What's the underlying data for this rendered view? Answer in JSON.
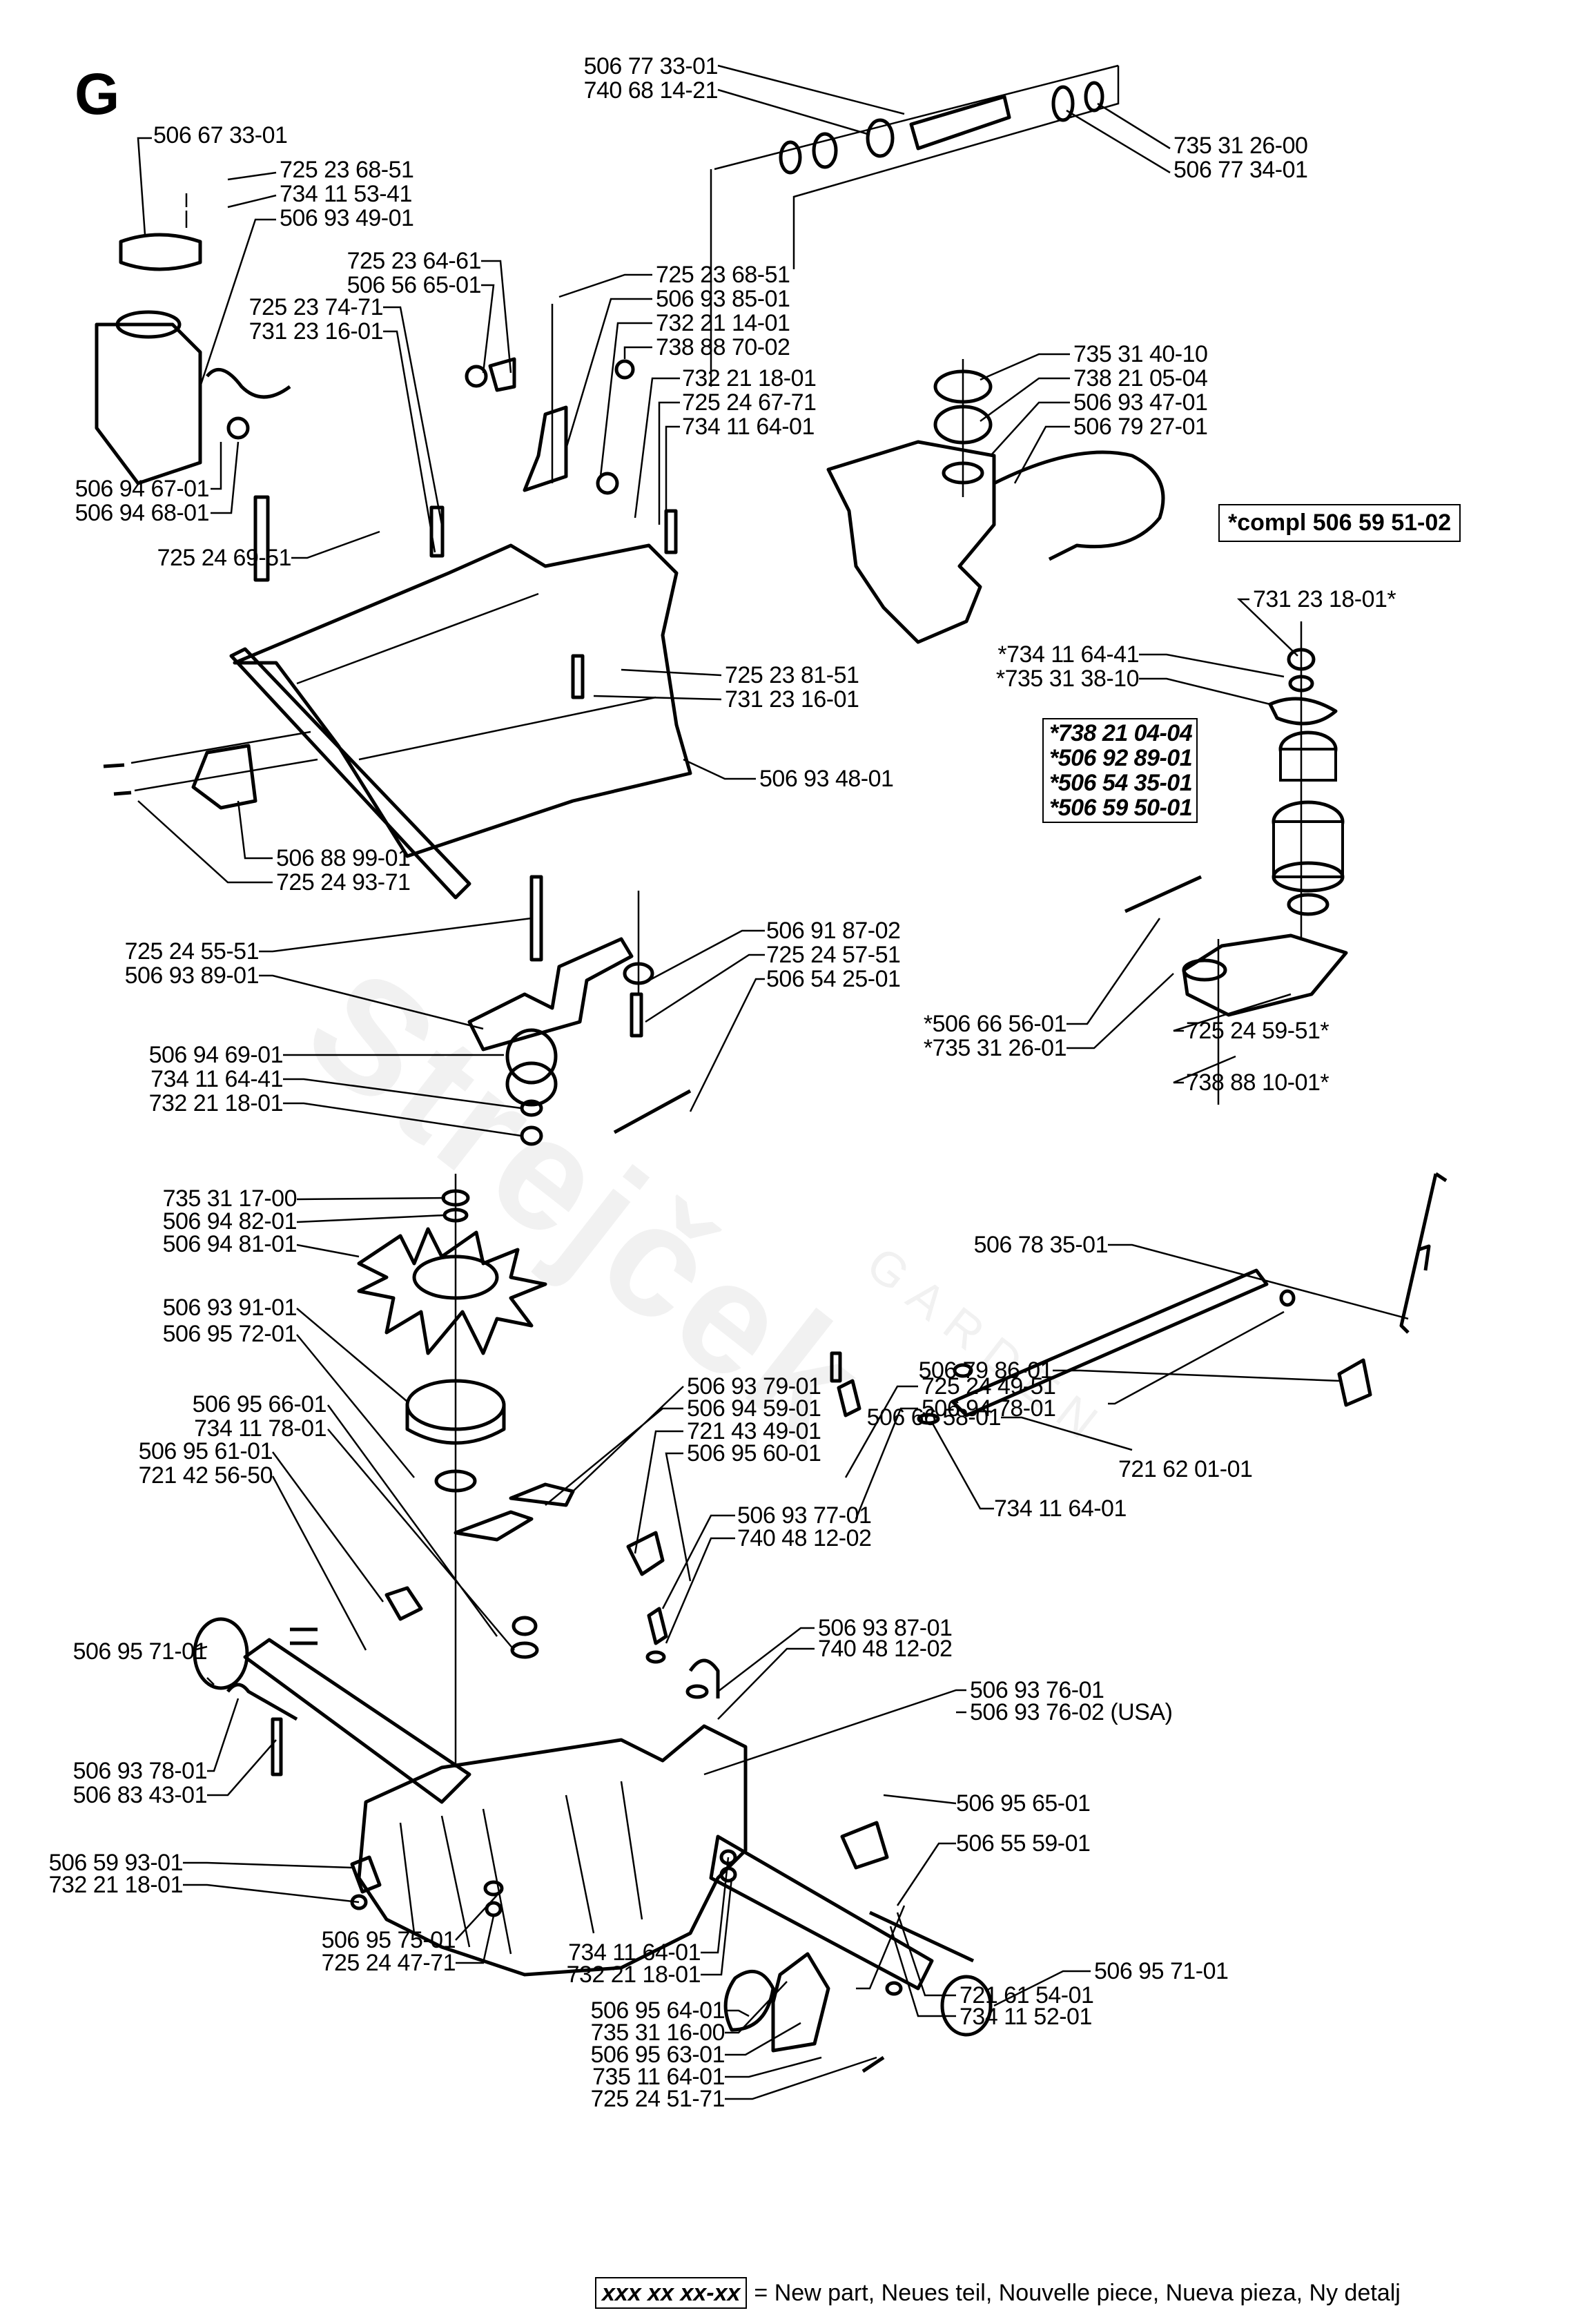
{
  "section_letter": "G",
  "watermark": {
    "brand": "Strejček",
    "sub": "GARDEN"
  },
  "compl_box": "*compl 506 59 51-02",
  "labels": {
    "shaft_pin": "506 77 33-01",
    "shaft_bushing": "740 68 14-21",
    "shaft_clip_right": "735 31 26-00",
    "shaft_washer_right": "506 77 34-01",
    "tank_cap": "506 67 33-01",
    "tank_bolt": "725 23 68-51",
    "tank_washer": "734 11 53-41",
    "tank": "506 93 49-01",
    "bracket_bolt_a": "725 23 64-61",
    "bracket_clamp": "506 56 65-01",
    "frame_bolt_a": "725 23 74-71",
    "frame_nut_a": "731 23 16-01",
    "bracket_bolt_b": "725 23 68-51",
    "bracket_plate": "506 93 85-01",
    "bracket_nut": "732 21 14-01",
    "bracket_fitting": "738 88 70-02",
    "frame_nut_b": "732 21 18-01",
    "frame_bolt_b": "725 24 67-71",
    "frame_washer_b": "734 11 64-01",
    "hose": "506 94 67-01",
    "hose_clamp": "506 94 68-01",
    "frame_long_bolt": "725 24 69-51",
    "arm_circlip": "735 31 40-10",
    "arm_bearing": "738 21 05-04",
    "arm_housing": "506 93 47-01",
    "arm_strap": "506 79 27-01",
    "idler_nut": "731 23 18-01*",
    "idler_washer": "*734 11 64-41",
    "idler_circlip": "*735 31 38-10",
    "frame_bolt_c": "725 23 81-51",
    "frame_nut_c": "731 23 16-01",
    "frame": "506 93 48-01",
    "bumper_bracket": "506 88 99-01",
    "bumper_bolt": "725 24 93-71",
    "lever_bolt": "725 24 55-51",
    "lever": "506 93 89-01",
    "lever_spacer": "506 91 87-02",
    "lever_bolt_b": "725 24 57-51",
    "lever_spring": "506 54 25-01",
    "idler_spring": "*506 66 56-01",
    "idler_clip": "*735 31 26-01",
    "idler_bolt": "725 24 59-51*",
    "idler_fitting": "738 88 10-01*",
    "pulley_idler": "506 94 69-01",
    "pulley_washer": "734 11 64-41",
    "pulley_nut": "732 21 18-01",
    "fan_clip": "735 31 17-00",
    "fan_washer": "506 94 82-01",
    "fan": "506 94 81-01",
    "input_pulley": "506 93 91-01",
    "input_seal": "506 95 72-01",
    "trans_seal_a": "506 95 66-01",
    "trans_washer_a": "734 11 78-01",
    "trans_arm_a": "506 95 61-01",
    "trans_pin_a": "721 42 56-50",
    "axle_seal_left": "506 95 71-01",
    "trans_lever_1": "506 93 79-01",
    "trans_lever_2": "506 94 59-01",
    "trans_pins": "721 43 49-01",
    "trans_lever_3": "506 95 60-01",
    "bypass_bolt": "725 24 49-51",
    "bypass_bracket": "506 94 78-01",
    "vent_plug": "506 93 77-01",
    "vent_oring": "740 48 12-02",
    "breather": "506 93 87-01",
    "breather_oring": "740 48 12-02",
    "transaxle": "506 93 76-01",
    "transaxle_usa": "506 93 76-02 (USA)",
    "return_spring_rod": "506 93 78-01",
    "return_spring": "506 83 43-01",
    "bypass_rod_upper": "506 78 35-01",
    "bellcrank": "506 79 86-01",
    "bypass_rod": "506 66 58-01",
    "bypass_clip": "721 62 01-01",
    "bypass_washer": "734 11 64-01",
    "damper": "506 95 65-01",
    "axle_key": "506 55 59-01",
    "axle_seal_right": "506 95 71-01",
    "link_plate": "506 59 93-01",
    "link_nut": "732 21 18-01",
    "spacer_lower": "506 95 75-01",
    "bolt_lower": "725 24 47-71",
    "brake_washer": "734 11 64-01",
    "brake_nut": "732 21 18-01",
    "brake_disc": "506 95 64-01",
    "brake_clip": "735 31 16-00",
    "brake_caliper": "506 95 63-01",
    "brake_washer_b": "735 11 64-01",
    "brake_bolt": "725 24 51-71",
    "brake_pin": "721 61 54-01",
    "brake_washer_c": "734 11 52-01"
  },
  "new_parts": [
    "*738 21 04-04",
    "*506 92 89-01",
    "*506 54 35-01",
    "*506 59 50-01"
  ],
  "legend": {
    "key": "xxx xx xx-xx",
    "text": "= New part, Neues teil, Nouvelle piece, Nueva pieza, Ny detalj"
  }
}
